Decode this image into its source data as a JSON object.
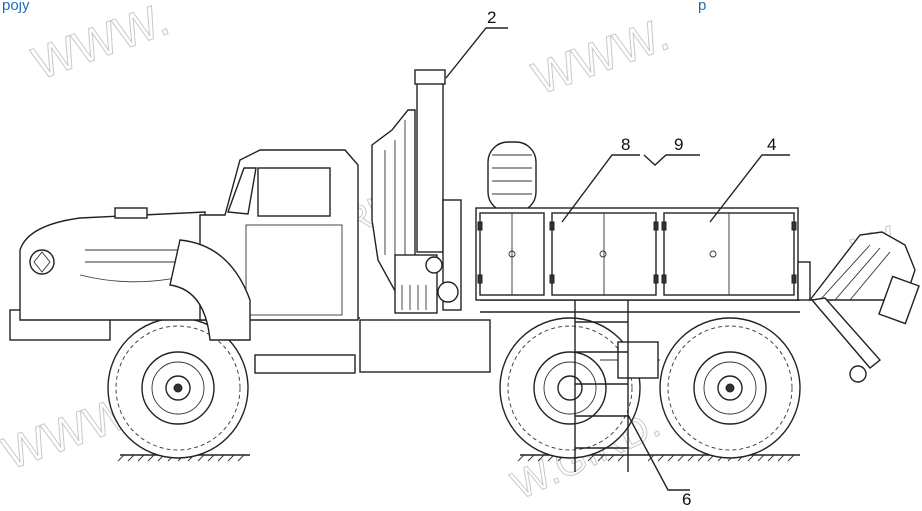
{
  "header_fragment": {
    "left": "pojy",
    "right": "p"
  },
  "watermarks": [
    "WWW.",
    "WWW.",
    "WWW.GIRD.RU",
    "WWW.",
    "W.GIRD.",
    "W"
  ],
  "callouts": [
    {
      "id": "2",
      "label": "2"
    },
    {
      "id": "8",
      "label": "8"
    },
    {
      "id": "9",
      "label": "9"
    },
    {
      "id": "4",
      "label": "4"
    },
    {
      "id": "6",
      "label": "6"
    }
  ]
}
